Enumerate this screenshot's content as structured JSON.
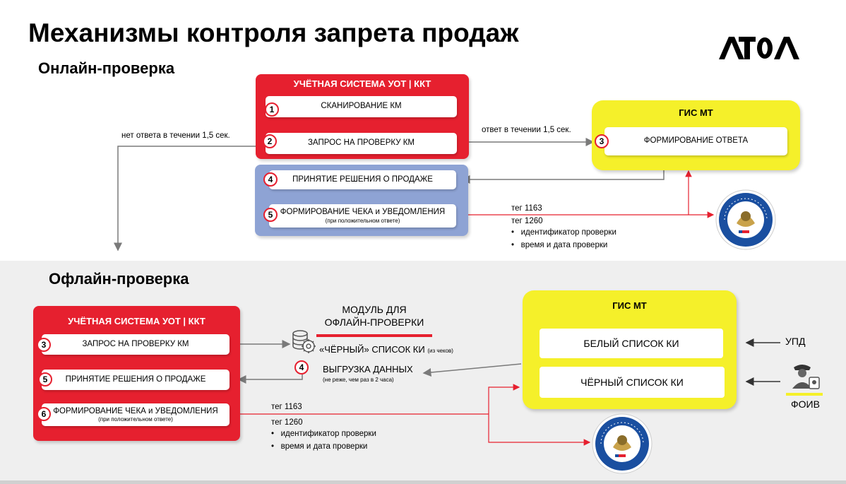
{
  "title": "Механизмы контроля запрета продаж",
  "brand": "ATOL",
  "online": {
    "heading": "Онлайн-проверка",
    "system_box": {
      "title": "УЧЁТНАЯ СИСТЕМА УОТ | ККТ",
      "steps": [
        {
          "num": "1",
          "label": "СКАНИРОВАНИЕ КМ"
        },
        {
          "num": "2",
          "label": "ЗАПРОС НА ПРОВЕРКУ КМ"
        }
      ]
    },
    "decision_box": {
      "steps": [
        {
          "num": "4",
          "label": "ПРИНЯТИЕ РЕШЕНИЯ О ПРОДАЖЕ"
        },
        {
          "num": "5",
          "label": "ФОРМИРОВАНИЕ ЧЕКА и УВЕДОМЛЕНИЯ",
          "note": "(при положительном ответе)"
        }
      ]
    },
    "gis": {
      "title": "ГИС МТ",
      "step": {
        "num": "3",
        "label": "ФОРМИРОВАНИЕ ОТВЕТА"
      }
    },
    "no_answer_label": "нет ответа в течении 1,5 сек.",
    "answer_label": "ответ в течении 1,5 сек.",
    "tags": {
      "tag1": "тег 1163",
      "tag2": "тег 1260",
      "bullets": [
        "идентификатор проверки",
        "время и дата проверки"
      ]
    }
  },
  "offline": {
    "heading": "Офлайн-проверка",
    "system_box": {
      "title": "УЧЁТНАЯ СИСТЕМА УОТ | ККТ",
      "steps": [
        {
          "num": "3",
          "label": "ЗАПРОС НА ПРОВЕРКУ КМ"
        },
        {
          "num": "5",
          "label": "ПРИНЯТИЕ РЕШЕНИЯ О ПРОДАЖЕ"
        },
        {
          "num": "6",
          "label": "ФОРМИРОВАНИЕ ЧЕКА и УВЕДОМЛЕНИЯ",
          "note": "(при положительном ответе)"
        }
      ]
    },
    "module": {
      "title_line1": "МОДУЛЬ ДЛЯ",
      "title_line2": "ОФЛАЙН-ПРОВЕРКИ",
      "blacklist": "«ЧЁРНЫЙ» СПИСОК КИ",
      "blacklist_note": "(из чеков)",
      "upload_num": "4",
      "upload": "ВЫГРУЗКА ДАННЫХ",
      "upload_note": "(не реже, чем раз в 2 часа)"
    },
    "gis": {
      "title": "ГИС МТ",
      "items": [
        "БЕЛЫЙ СПИСОК КИ",
        "ЧЁРНЫЙ СПИСОК КИ"
      ]
    },
    "upd_label": "УПД",
    "foiv_label": "ФОИВ",
    "tags": {
      "tag1": "тег 1163",
      "tag2": "тег 1260",
      "bullets": [
        "идентификатор проверки",
        "время и дата проверки"
      ]
    }
  },
  "seal_text": "ФЕДЕРАЛЬНАЯ НАЛОГОВАЯ СЛУЖБА",
  "colors": {
    "red": "#e6202f",
    "blue": "#8ea3d4",
    "yellow": "#f5f02a",
    "seal_blue": "#1a4fa0"
  }
}
